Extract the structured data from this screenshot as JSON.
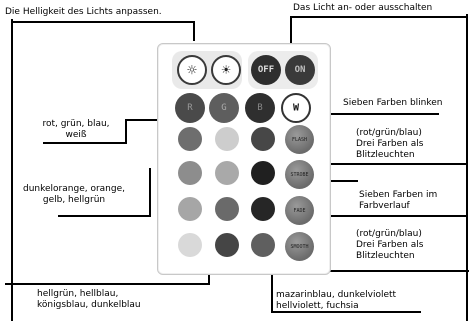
{
  "labels": {
    "brightness": "Die Helligkeit des Lichts anpassen.",
    "on_off": "Das Licht an- oder ausschalten",
    "rgbw": "rot, grün, blau,\nweiß",
    "flash_desc": "Sieben Farben blinken",
    "strobe_desc": "(rot/grün/blau)\nDrei Farben als\nBlitzleuchten",
    "fade_desc": "Sieben Farben im\nFarbverlauf",
    "smooth_desc": "(rot/grün/blau)\nDrei Farben als\nBlitzleuchten",
    "col1": "dunkelorange, orange,\ngelb, hellgrün",
    "col2": "hellgrün, hellblau,\nkönigsblau, dunkelblau",
    "col3": "mazarinblau, dunkelviolett\nhellviolett, fuchsia"
  },
  "remote": {
    "off": "OFF",
    "on": "ON",
    "r": "R",
    "g": "G",
    "b": "B",
    "w": "W",
    "flash": "FLASH",
    "strobe": "STROBE",
    "fade": "FADE",
    "smooth": "SMOOTH"
  }
}
